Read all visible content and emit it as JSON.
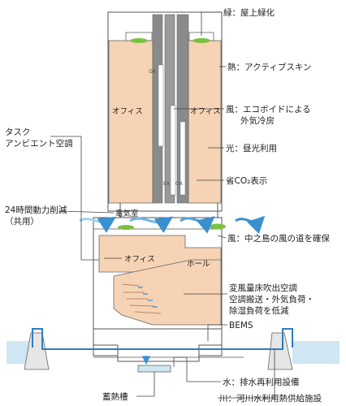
{
  "labels": {
    "green_roof": "緑：屋上緑化",
    "active_skin": "熱：アクティブスキン",
    "eco_void_1": "風：エコボイドによる",
    "eco_void_2": "外気冷房",
    "daylight": "光：昼光利用",
    "co2_display": "省CO₂表示",
    "wind_path": "風：中之島の風の道を確保",
    "vav_1": "変風量床吹出空調",
    "vav_2": "空調搬送・外気負荷・",
    "vav_3": "除湿負荷を低減",
    "bems": "BEMS",
    "water": "水：排水再利用設備",
    "river": "川：河川水利用熱供給施設",
    "task_ambient_1": "タスク",
    "task_ambient_2": "アンビエント空調",
    "power_cut_1": "24時間動力削減",
    "power_cut_2": "（共用）",
    "heat_storage": "蓄熱槽"
  },
  "building": {
    "office_left": "オフィス",
    "office_right": "オフィス",
    "office_low": "オフィス",
    "hall": "ホール",
    "electric_room": "電気室",
    "oa_top": "OA",
    "ea": "EA",
    "oa_mid": "OA"
  },
  "colors": {
    "office_fill": "#f6d3b5",
    "green": "#7ac142",
    "wind": "#3a8fd1",
    "water": "#cfe6f3",
    "pipe": "#2f7dc1",
    "void": "#8a8a8a"
  }
}
